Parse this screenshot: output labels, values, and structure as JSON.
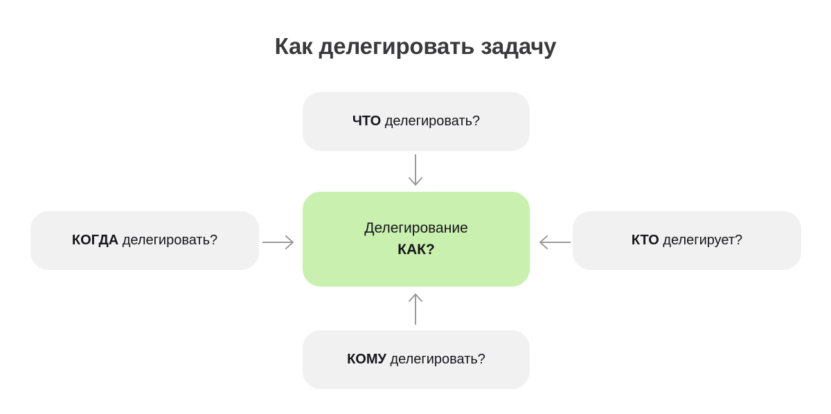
{
  "page": {
    "background_color": "#ffffff",
    "title": "Как делегировать задачу",
    "title_color": "#3a3a3c"
  },
  "colors": {
    "box_gray": "#f1f1f1",
    "box_green": "#c9f0af",
    "text": "#15151a",
    "arrow": "#9a9a9a"
  },
  "diagram": {
    "center": {
      "line1": "Делегирование",
      "line2": "КАК?",
      "fill": "#c9f0af"
    },
    "nodes": [
      {
        "id": "top",
        "position": "top",
        "emphasis": "ЧТО",
        "rest": " делегировать?",
        "fill": "#f1f1f1"
      },
      {
        "id": "left",
        "position": "left",
        "emphasis": "КОГДА",
        "rest": " делегировать?",
        "fill": "#f1f1f1"
      },
      {
        "id": "right",
        "position": "right",
        "emphasis": "КТО",
        "rest": " делегирует?",
        "fill": "#f1f1f1"
      },
      {
        "id": "bottom",
        "position": "bottom",
        "emphasis": "КОМУ",
        "rest": " делегировать?",
        "fill": "#f1f1f1"
      }
    ],
    "arrows": [
      {
        "id": "top-to-center",
        "direction": "down",
        "from": "top",
        "to": "center"
      },
      {
        "id": "left-to-center",
        "direction": "right",
        "from": "left",
        "to": "center"
      },
      {
        "id": "right-to-center",
        "direction": "left",
        "from": "right",
        "to": "center"
      },
      {
        "id": "bottom-to-center",
        "direction": "up",
        "from": "bottom",
        "to": "center"
      }
    ]
  }
}
